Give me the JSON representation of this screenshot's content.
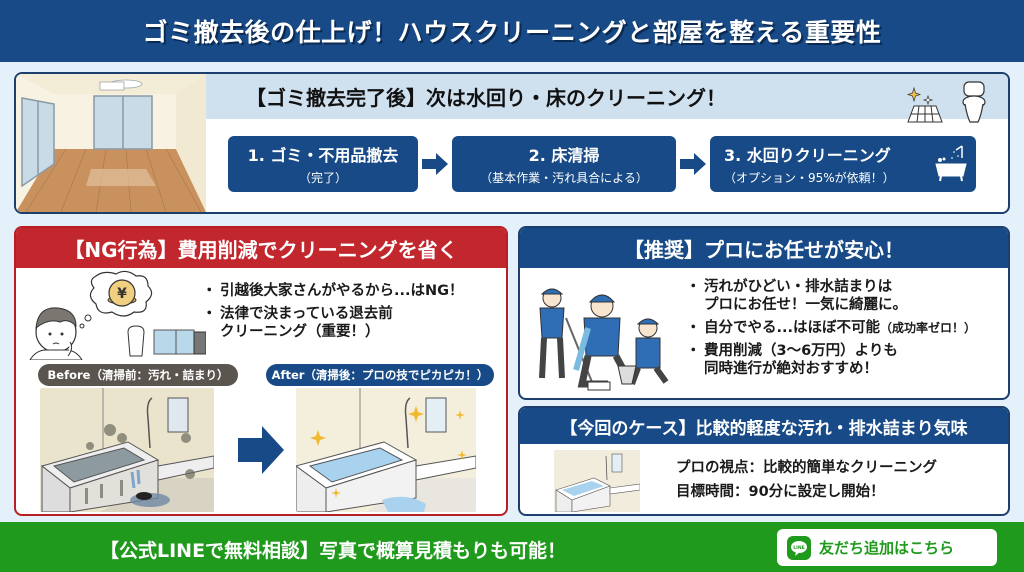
{
  "header": {
    "title": "ゴミ撤去後の仕上げ！ハウスクリーニングと部屋を整える重要性"
  },
  "top_section": {
    "heading": "【ゴミ撤去完了後】次は水回り・床のクリーニング！",
    "illustration": "empty-room",
    "icons": [
      "sparkle-floor-icon",
      "toilet-icon"
    ],
    "steps": [
      {
        "title": "1. ゴミ・不用品撤去",
        "subtitle": "（完了）"
      },
      {
        "title": "2. 床清掃",
        "subtitle": "（基本作業・汚れ具合による）"
      },
      {
        "title": "3. 水回りクリーニング",
        "subtitle": "（オプション・95%が依頼！）"
      }
    ]
  },
  "ng_section": {
    "heading": "【NG行為】費用削減でクリーニングを省く",
    "bullets": [
      "引越後大家さんがやるから...はNG！",
      "法律で決まっている退去前",
      "クリーニング（重要！）"
    ],
    "before_label": "Before（清掃前：汚れ・詰まり）",
    "after_label": "After（清掃後：プロの技でピカピカ！）",
    "yen_symbol": "¥"
  },
  "recommend_section": {
    "heading": "【推奨】プロにお任せが安心！",
    "bullets": [
      {
        "line1": "汚れがひどい・排水詰まりは",
        "line2": "プロにお任せ！一気に綺麗に。"
      },
      {
        "line1": "自分でやる...はほぼ不可能",
        "note": "（成功率ゼロ！）"
      },
      {
        "line1": "費用削減（3〜6万円）よりも",
        "line2": "同時進行が絶対おすすめ！"
      }
    ]
  },
  "case_section": {
    "heading": "【今回のケース】比較的軽度な汚れ・排水詰まり気味",
    "line1": "プロの視点：比較的簡単なクリーニング",
    "line2": "目標時間：90分に設定し開始！"
  },
  "footer": {
    "text": "【公式LINEで無料相談】写真で概算見積もりも可能！",
    "button_label": "友だち追加はこちら",
    "line_logo_text": "LINE"
  },
  "colors": {
    "navy": "#174a86",
    "red": "#c1272d",
    "green": "#1f9a1c",
    "light_blue_bg": "#e4f1fa",
    "section_head_light": "#cfe0ef",
    "before_pill": "#5a554f"
  }
}
